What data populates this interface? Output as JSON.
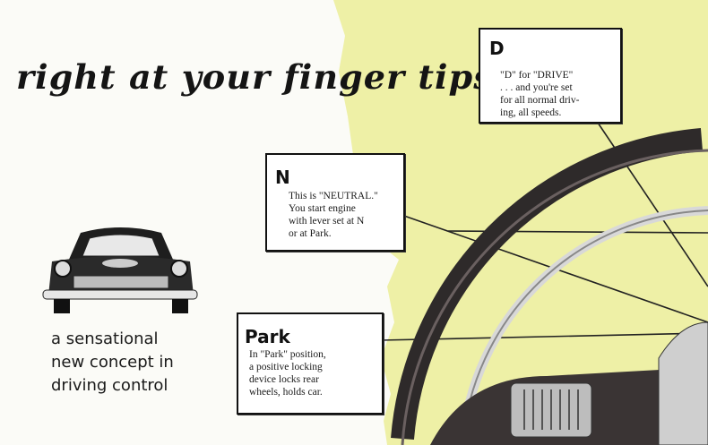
{
  "headline": "right at your finger tips",
  "tagline": [
    "a sensational",
    "new concept in",
    "driving control"
  ],
  "callouts": {
    "drive": {
      "letter": "D",
      "lines": [
        "\"D\" for \"DRIVE\"",
        ". . . and you're set",
        "for all normal driv-",
        "ing, all speeds."
      ]
    },
    "neutral": {
      "letter": "N",
      "lines": [
        "This is \"NEUTRAL.\"",
        "You start engine",
        "with lever set at N",
        "or at Park."
      ]
    },
    "park": {
      "letter": "Park",
      "lines": [
        "In \"Park\" position,",
        "a positive locking",
        "device locks rear",
        "wheels, holds car."
      ]
    }
  },
  "colors": {
    "yellow_panel": "#eef0a6",
    "wheel": "#2e2a2a",
    "ink": "#141414"
  }
}
